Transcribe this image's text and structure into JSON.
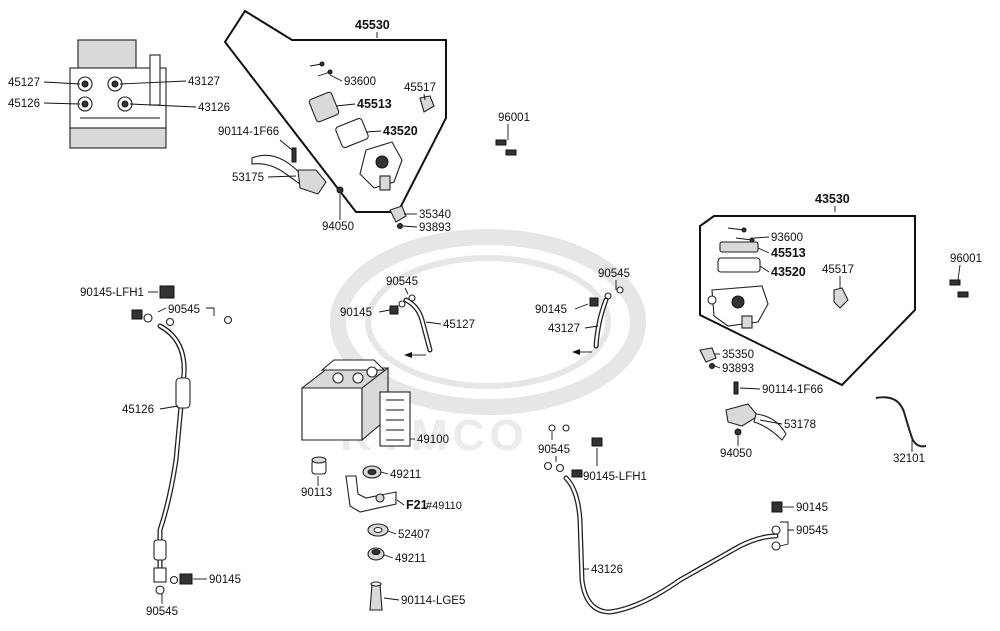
{
  "watermark": {
    "brand": "KYMCO"
  },
  "labels": {
    "top_group": "45530",
    "right_group": "43530",
    "abs_a_left_top": "45127",
    "abs_a_left_bottom": "45126",
    "abs_a_right_top": "43127",
    "abs_a_right_bottom": "43126",
    "cap_screw_l": "93600",
    "diaphragm_plate_l": "45513",
    "diaphragm_l": "43520",
    "holder_l": "45517",
    "bolt_lever_l": "90114-1F66",
    "lever_l": "53175",
    "nut_lever_l": "94050",
    "switch_l": "35340",
    "screw_switch_l": "93893",
    "bleeder_l": "96001",
    "cap_screw_r": "93600",
    "diaphragm_plate_r": "45513",
    "diaphragm_r": "43520",
    "holder_r": "45517",
    "bleeder_r": "96001",
    "switch_r": "35350",
    "screw_switch_r": "93893",
    "bolt_lever_r": "90114-1F66",
    "lever_r": "53178",
    "nut_lever_r": "94050",
    "cable": "32101",
    "bolt_lfh_left": "90145-LFH1",
    "washer_left_top": "90545",
    "hose_left": "45126",
    "bolt_left_bottom": "90145",
    "washer_left_bottom": "90545",
    "washer_mid_hose": "90545",
    "bolt_mid_hose": "90145",
    "mid_hose": "45127",
    "washer_right_hose": "90545",
    "bolt_right_hose": "90145",
    "right_hose": "43127",
    "abs_unit": "49100",
    "collar": "90113",
    "rubber_top": "49211",
    "bracket_prefix": "F21",
    "bracket_suffix": "#49110",
    "washer_ring": "52407",
    "rubber_bottom": "49211",
    "bolt_lge": "90114-LGE5",
    "washer_center": "90545",
    "bolt_lfh_center": "90145-LFH1",
    "hose_bottom": "43126",
    "bolt_bottom_right": "90145",
    "washer_bottom_right": "90545"
  }
}
